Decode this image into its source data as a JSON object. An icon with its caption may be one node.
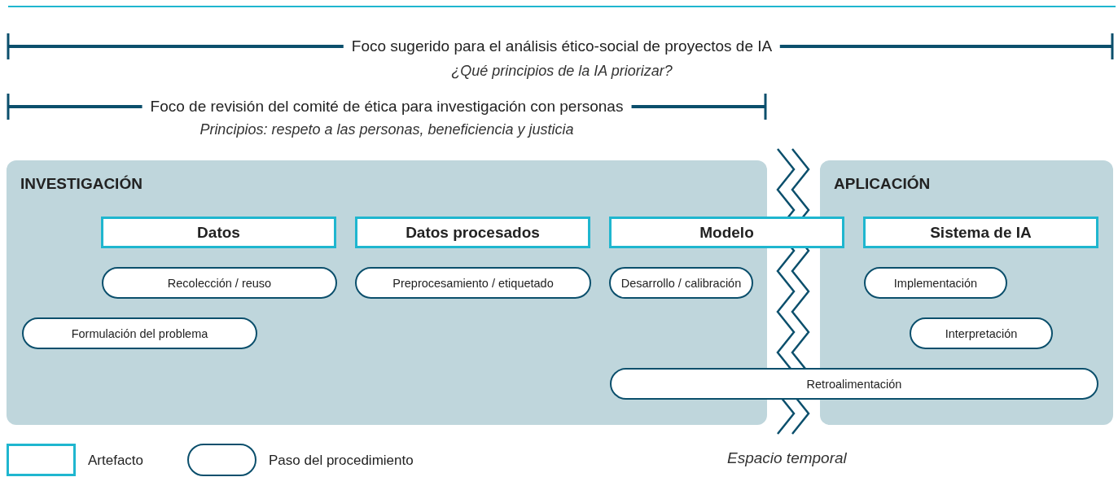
{
  "diagram": {
    "nodes": [
      {
        "text": [
          "INVESTIGACIÓN"
        ]
      },
      {
        "text": [
          "APLICACIÓN"
        ]
      },
      {
        "text": [
          "Datos"
        ],
        "in": 0
      },
      {
        "text": [
          "Datos procesados"
        ],
        "in": 0
      },
      {
        "text": [
          "Modelo"
        ]
      },
      {
        "text": [
          "Sistema de IA"
        ],
        "in": 1
      },
      {
        "text": [
          "Recolección / reuso"
        ],
        "in": 0
      },
      {
        "text": [
          "Preprocesamiento / etiquetado"
        ],
        "in": 0
      },
      {
        "text": [
          "Desarrollo / calibración"
        ],
        "in": 0
      },
      {
        "text": [
          "Implementación"
        ],
        "in": 1
      },
      {
        "text": [
          "Formulación del problema"
        ],
        "in": 0
      },
      {
        "text": [
          "Interpretación"
        ],
        "in": 1
      },
      {
        "text": [
          "Retroalimentación"
        ]
      }
    ],
    "labels": [
      "Foco sugerido para el análisis ético-social de proyectos de IA",
      "¿Qué principios de la IA priorizar?",
      "Foco de revisión del comité de ética para investigación con personas",
      "Principios: respeto a las personas, beneficiencia y justicia",
      "Espacio temporal"
    ],
    "legend": [
      {
        "text": "Artefacto"
      },
      {
        "text": "Paso del procedimiento"
      }
    ]
  }
}
